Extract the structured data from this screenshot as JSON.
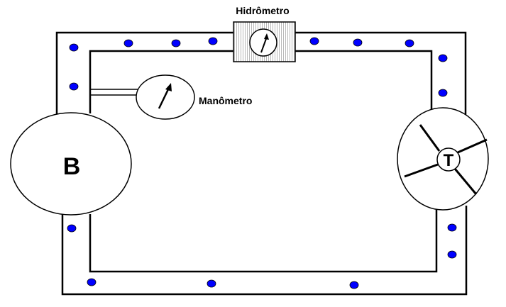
{
  "labels": {
    "hydrometer": "Hidrômetro",
    "manometer": "Manômetro",
    "pump": "B",
    "turbine": "T"
  },
  "colors": {
    "pipe": "#000000",
    "water_particle": "#0000ff",
    "hydrometer_fill": "#dcdcdc"
  },
  "manometer_needle_icon": "needle-arrow-icon",
  "hydrometer_dial_icon": "dial-icon",
  "turbine_blade_count": 4
}
